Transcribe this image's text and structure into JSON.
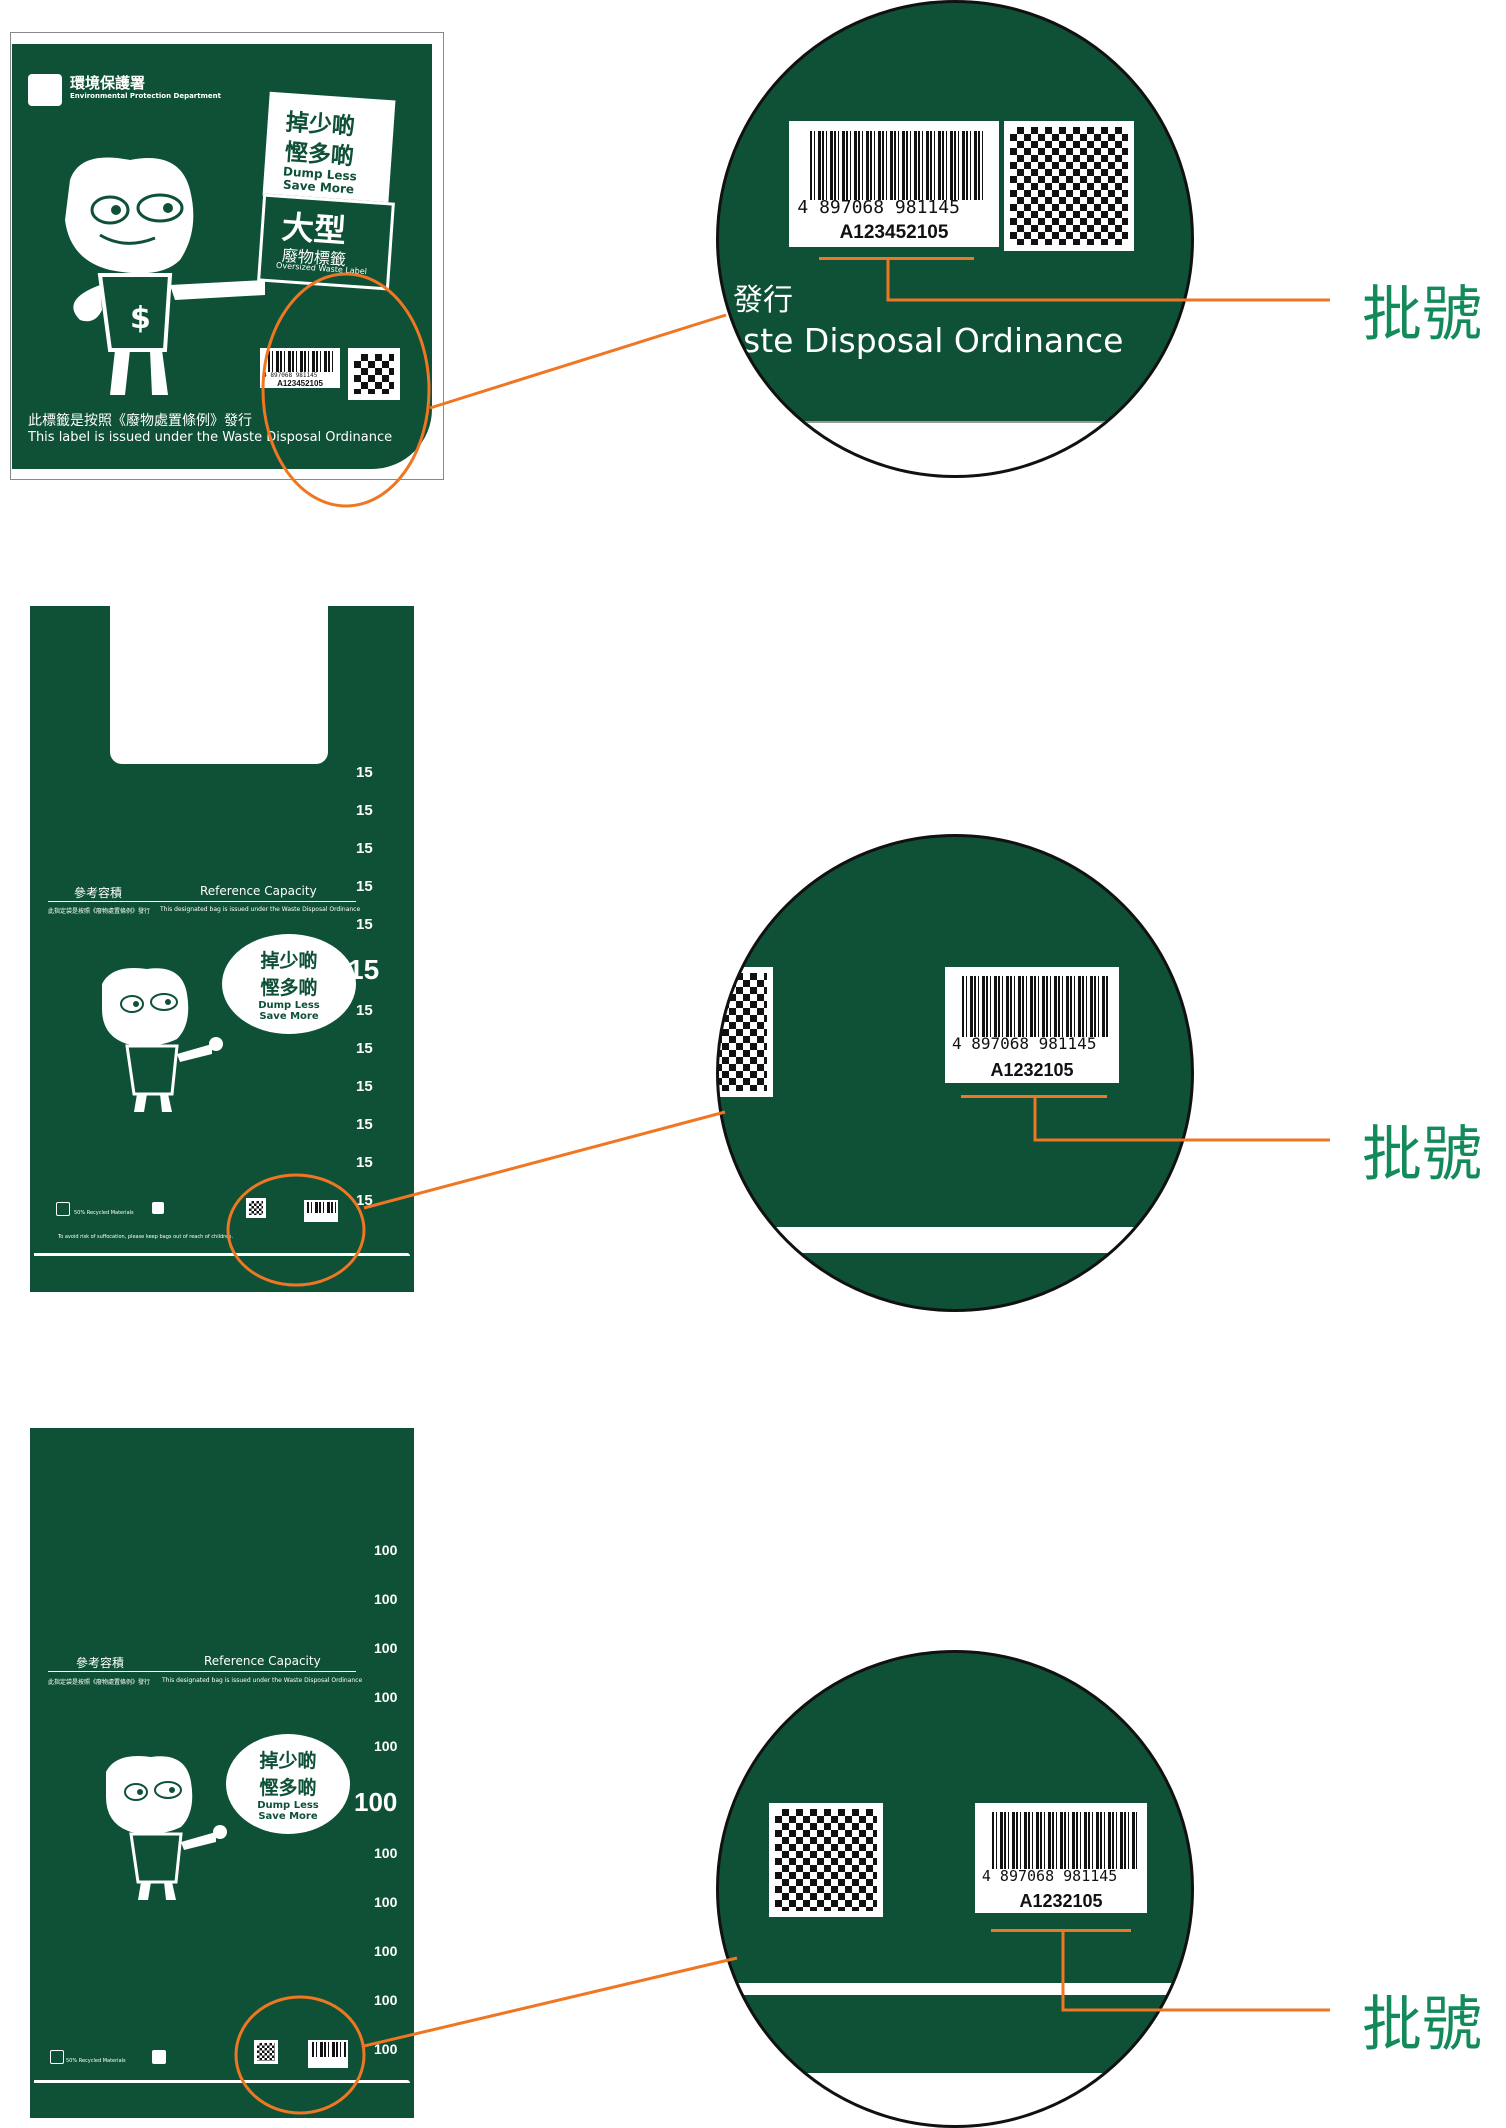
{
  "label_callout": "批號",
  "panel1": {
    "department_zh": "環境保護署",
    "department_en": "Environmental Protection Department",
    "slogan_zh_1": "掉少啲",
    "slogan_zh_2": "慳多啲",
    "slogan_en_1": "Dump Less",
    "slogan_en_2": "Save More",
    "type_zh": "大型",
    "type_zh_sub": "廢物標籤",
    "type_en": "Oversized Waste Label",
    "issued_zh": "此標籤是按照《廢物處置條例》發行",
    "issued_en": "This label is issued under the Waste Disposal Ordinance",
    "barcode_digits": "4  897068  981145",
    "batch": "A123452105",
    "zoom_text_zh": "發行",
    "zoom_text_en": "ste Disposal Ordinance"
  },
  "panel2": {
    "capacity": "15",
    "ref_zh": "參考容積",
    "ref_en": "Reference Capacity",
    "issued_small_zh": "此指定袋是按照《廢物處置條例》發行",
    "issued_small_en": "This designated bag is issued under the Waste Disposal Ordinance",
    "slogan_zh_1": "掉少啲",
    "slogan_zh_2": "慳多啲",
    "slogan_en_1": "Dump Less",
    "slogan_en_2": "Save More",
    "recycled": "50% Recycled Materials",
    "warning_en": "To avoid risk of suffocation, please keep bags out of reach of children.",
    "barcode_digits": "4  897068  981145",
    "batch": "A1232105"
  },
  "panel3": {
    "capacity": "100",
    "ref_zh": "參考容積",
    "ref_en": "Reference Capacity",
    "issued_small_zh": "此指定袋是按照《廢物處置條例》發行",
    "issued_small_en": "This designated bag is issued under the Waste Disposal Ordinance",
    "slogan_zh_1": "掉少啲",
    "slogan_zh_2": "慳多啲",
    "slogan_en_1": "Dump Less",
    "slogan_en_2": "Save More",
    "recycled": "50% Recycled Materials",
    "barcode_digits": "4  897068  981145",
    "batch": "A1232105"
  },
  "colors": {
    "bag_green": "#0e5137",
    "callout_orange": "#ef7622",
    "label_green": "#138a5a"
  }
}
